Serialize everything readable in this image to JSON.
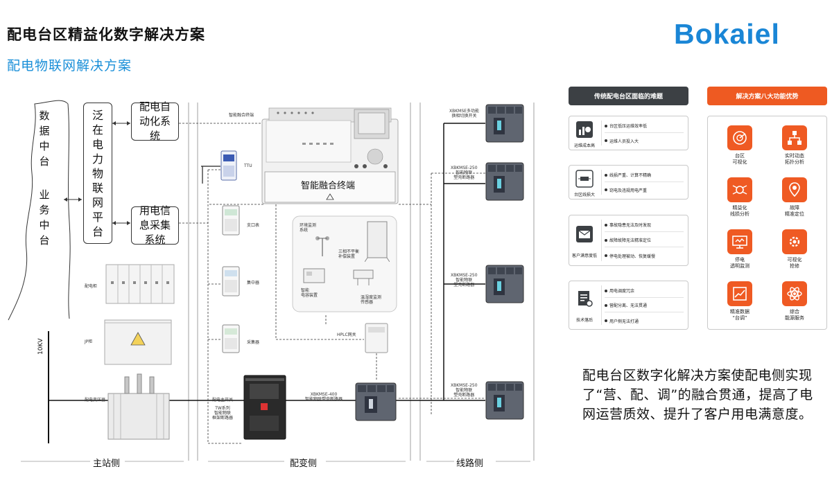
{
  "header": {
    "title": "配电台区精益化数字解决方案",
    "subtitle": "配电物联网解决方案",
    "logo": "Bokaiel"
  },
  "diagram": {
    "data_platform": "数据中台",
    "business_platform": "业务中台",
    "iot_platform": "泛在电力物联网平台",
    "dist_automation": "配电自动化系统",
    "power_info": "用电信息采集系统",
    "terminal_name": "智能融合终端",
    "terminal_small": "智能融合终端",
    "ttu": "TTU",
    "branch_meter": "支口表",
    "concentrator": "集中器",
    "collector": "采集器",
    "hplc": "HPLC网关",
    "env_monitor": "环境监测\n系统",
    "unbalance": "三相不平衡\n补偿装置",
    "smart_capacitor": "智能\n电容装置",
    "temp_sensor": "温湿度监测\n传感器",
    "cabinet": "配电柜",
    "jp_cabinet": "JP柜",
    "transformer": "配电变压器",
    "main_switch": "配电主开关",
    "tw_breaker": "TW系列\n智能物联\n框架断路器",
    "xbkm_400": "XBKMSE-400\n智能物联塑壳断路器",
    "xbkm_top": "XBKMSE多功能\n换相切换开关",
    "xbkm_250a": "XBKMSE-250\n智能物联\n塑壳断路器",
    "xbkm_250b": "XBKMSE-250\n智能物联\n塑壳断路器",
    "xbkm_250c": "XBKMSE-250\n智能物联\n塑壳断路器",
    "kv": "10KV",
    "zone_master": "主站侧",
    "zone_substation": "配变侧",
    "zone_line": "线路侧"
  },
  "problems": {
    "heading": "传统配电台区面临的难题",
    "cards": [
      {
        "label": "运维成本高",
        "icon": "cost-chart-icon",
        "items": [
          "台区低压运维效率低",
          "运维人员投入大"
        ]
      },
      {
        "label": "台区线损大",
        "icon": "line-loss-icon",
        "items": [
          "线损严重、计算不精确",
          "窃电及违规用电严重"
        ]
      },
      {
        "label": "客户满意度低",
        "icon": "mail-icon",
        "items": [
          "事故隐患无法及时发现",
          "故障故障无法精准定位",
          "停电处理被动、恢复缓慢"
        ]
      },
      {
        "label": "技术落后",
        "icon": "document-tool-icon",
        "items": [
          "用电调度冗余",
          "营配分离、无法贯通",
          "用户侧无法打通"
        ]
      }
    ]
  },
  "advantages": {
    "heading": "解决方案八大功能优势",
    "items": [
      {
        "label": "台区\n可视化",
        "icon": "radar-icon"
      },
      {
        "label": "实时动态\n拓扑分析",
        "icon": "topology-icon"
      },
      {
        "label": "精益化\n线损分析",
        "icon": "line-analysis-icon"
      },
      {
        "label": "故障\n精准定位",
        "icon": "location-pin-icon"
      },
      {
        "label": "停电\n透明监测",
        "icon": "monitor-icon"
      },
      {
        "label": "可视化\n抢修",
        "icon": "repair-gear-icon"
      },
      {
        "label": "精准数据\n“台调”",
        "icon": "trend-chart-icon"
      },
      {
        "label": "综合\n能源服务",
        "icon": "atom-icon"
      }
    ]
  },
  "summary": "配电台区数字化解决方案使配电侧实现了“营、配、调”的融合贯通，提高了电网运营质效、提升了客户用电满意度。",
  "colors": {
    "accent_blue": "#1a8fd8",
    "logo_blue": "#1a86d6",
    "orange": "#ef5a23",
    "dark_header": "#3c4044"
  }
}
